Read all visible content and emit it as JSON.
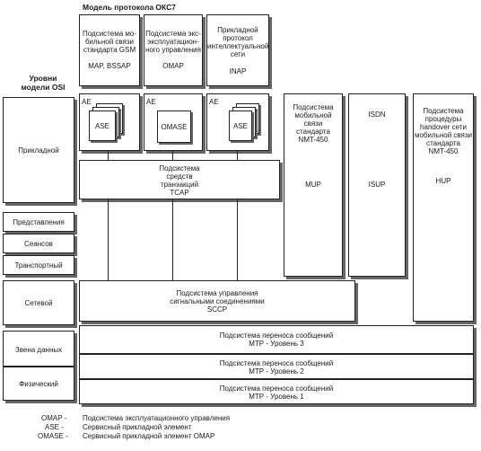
{
  "header": {
    "ss7_model": "Модель протокола ОКС7",
    "osi_levels": "Уровни\nмодели OSI"
  },
  "osi": {
    "application": "Прикладной",
    "presentation": "Представления",
    "session": "Сеансов",
    "transport": "Транспортный",
    "network": "Сетевой",
    "datalink": "Звена данных",
    "physical": "Физический"
  },
  "top": {
    "map": {
      "title": "Подсистема мо-\nбильной связи\nстандарта GSM",
      "code": "MAP, BSSAP"
    },
    "omap": {
      "title": "Подсистема экс-\nэксплуатацион-\nного управления",
      "code": "OMAP"
    },
    "inap": {
      "title": "Прикладной\nпротокол\nинтеллектуальной\nсети",
      "code": "INAP"
    }
  },
  "ae": {
    "label": "AE",
    "ase": "ASE",
    "omase": "OMASE"
  },
  "tcap": "Подсистема\nсредств\nтранзакций\nTCAP",
  "mup": {
    "title": "Подсистема\nмобильной связи\nстандарта\nNMT-450",
    "code": "MUP"
  },
  "isup": {
    "title": "ISDN",
    "code": "ISUP"
  },
  "hup": {
    "title": "Подсистема\nпроцедуры\nhandover сети\nмобильной связи\nстандарта\nNMT-450",
    "code": "HUP"
  },
  "sccp": "Подсистема управления\nсигнальными соединениями\nSCCP",
  "mtp3": "Подсистема переноса сообщений\nМТР - Уровень 3",
  "mtp2": "Подсистема переноса сообщений\nМТР - Уровень 2",
  "mtp1": "Подсистема переноса сообщений\nМТР - Уровень 1",
  "legend": [
    {
      "key": "OMAP -",
      "value": "Подсистема эксплуатационного управления"
    },
    {
      "key": "ASE -",
      "value": "Сервисный прикладной элемент"
    },
    {
      "key": "OMASE -",
      "value": "Сервисный прикладной элемент OMAP"
    }
  ]
}
